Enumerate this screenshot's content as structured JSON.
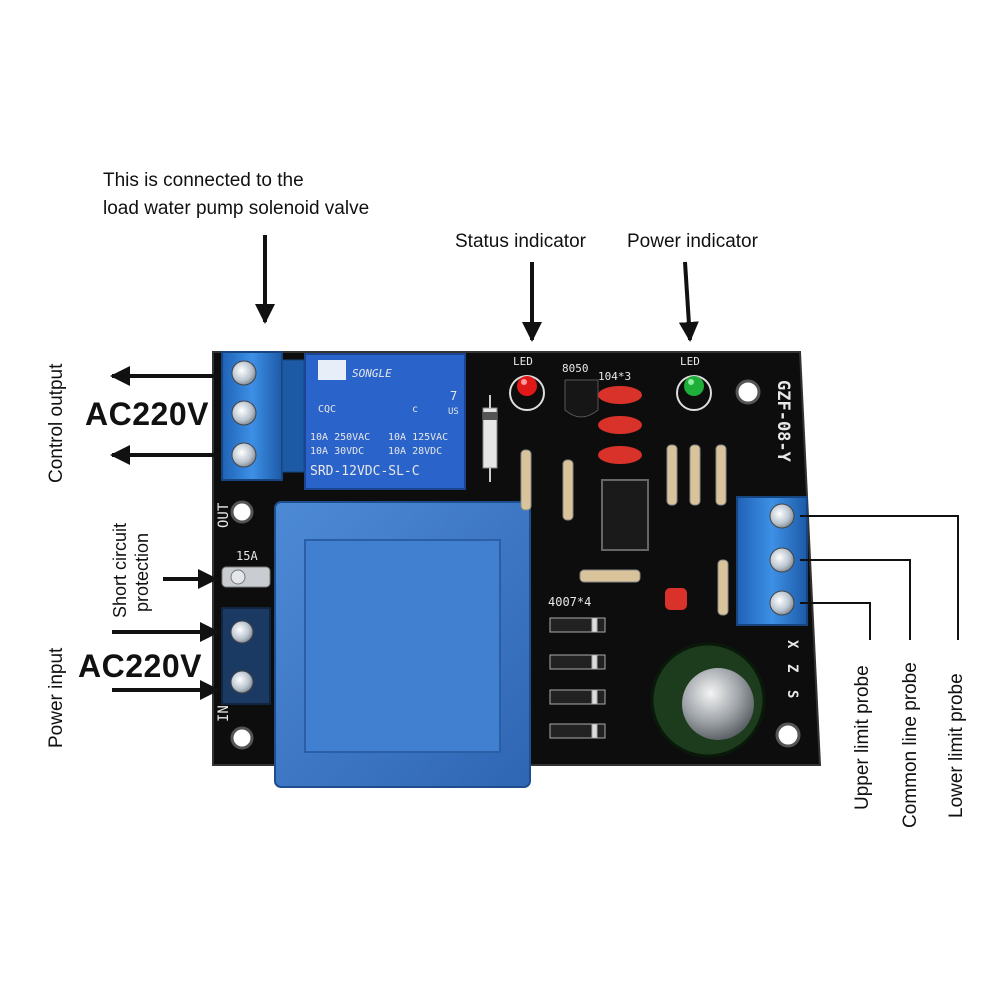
{
  "callouts": {
    "load_line1": "This is connected to the",
    "load_line2": "load water pump solenoid valve",
    "status": "Status indicator",
    "power_ind": "Power indicator",
    "control_output": "Control output",
    "ac_top": "AC220V",
    "short_line1": "Short circuit",
    "short_line2": "protection",
    "power_input": "Power input",
    "ac_bottom": "AC220V",
    "upper": "Upper limit probe",
    "common": "Common line probe",
    "lower": "Lower limit probe"
  },
  "board": {
    "relay_brand": "SONGLE",
    "relay_rating1": "10A 250VAC",
    "relay_rating2": "10A 30VDC",
    "relay_rating3": "10A 125VAC",
    "relay_rating4": "10A 28VDC",
    "relay_model": "SRD-12VDC-SL-C",
    "relay_num": "7",
    "relay_us": "US",
    "relay_c": "c",
    "relay_cqc": "CQC",
    "model": "GZF-08-Y",
    "led1": "LED",
    "led2": "LED",
    "transistor": "8050",
    "cap_label": "104*3",
    "diode_label": "4007*4",
    "fuse": "15A",
    "out": "OUT",
    "in": "IN",
    "pin_x": "X",
    "pin_z": "Z",
    "pin_s": "S"
  },
  "colors": {
    "pcb": "#0d0d0d",
    "terminal_blue": "#2f7ed8",
    "transformer_blue": "#3a78c9",
    "relay_blue": "#2a63c9",
    "led_red": "#e01818",
    "led_green": "#1fae3a",
    "cap_red": "#d8322a"
  }
}
